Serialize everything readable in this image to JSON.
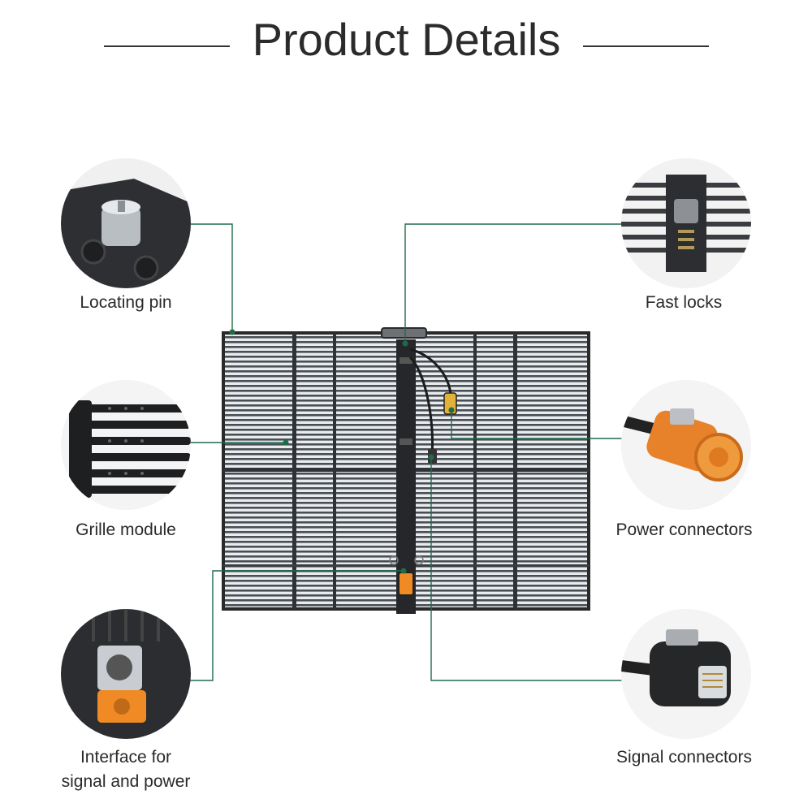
{
  "header": {
    "title": "Product Details"
  },
  "callouts": [
    {
      "label": "Locating pin"
    },
    {
      "label": "Grille module"
    },
    {
      "label_line1": "Interface for",
      "label_line2": "signal and power"
    },
    {
      "label": "Fast locks"
    },
    {
      "label": "Power connectors"
    },
    {
      "label": "Signal connectors"
    }
  ],
  "colors": {
    "leader": "#1e6b4a",
    "accent_orange": "#f08a24",
    "panel_dark": "#2a2a2a"
  }
}
